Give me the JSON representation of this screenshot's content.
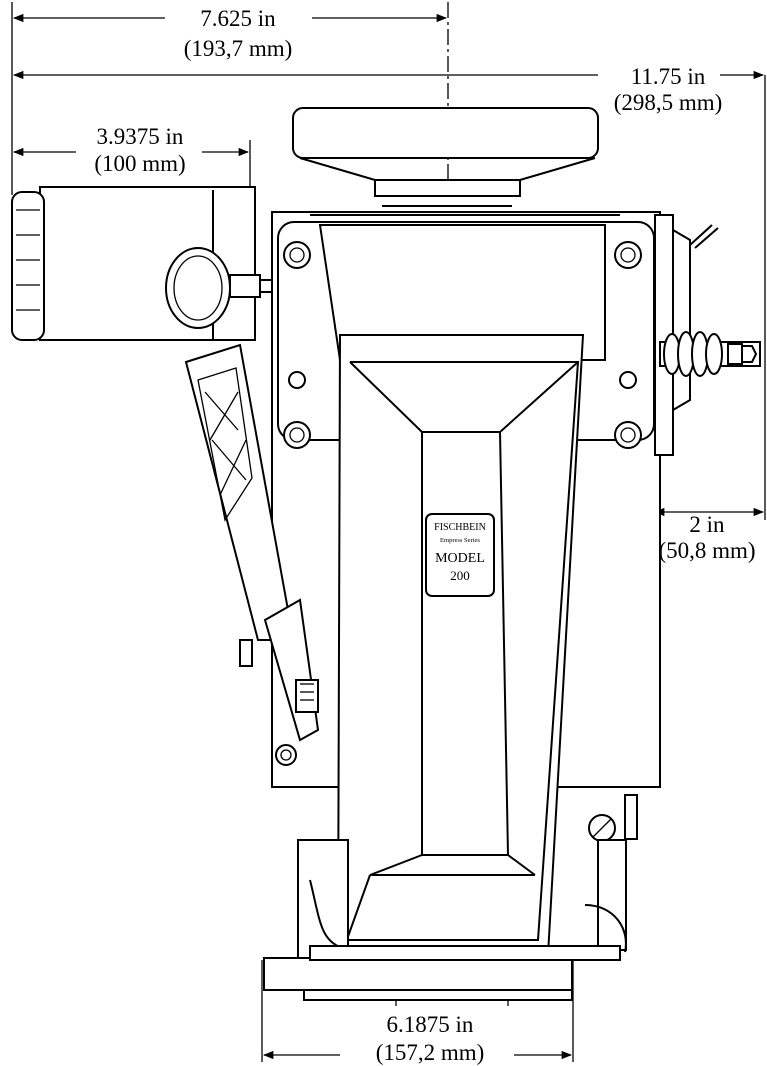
{
  "dimensions": {
    "centerline_to_left": {
      "in": "7.625 in",
      "mm": "(193,7 mm)"
    },
    "overall_width": {
      "in": "11.75 in",
      "mm": "(298,5 mm)"
    },
    "left_housing": {
      "in": "3.9375 in",
      "mm": "(100 mm)"
    },
    "right_offset": {
      "in": "2 in",
      "mm": "(50,8 mm)"
    },
    "base_width": {
      "in": "6.1875 in",
      "mm": "(157,2 mm)"
    }
  },
  "centerline_symbol": "℄",
  "nameplate": {
    "brand": "FISCHBEIN",
    "series": "Empress Series",
    "model_label": "MODEL",
    "model_number": "200"
  },
  "colors": {
    "ink": "#000000",
    "paper": "#ffffff"
  }
}
